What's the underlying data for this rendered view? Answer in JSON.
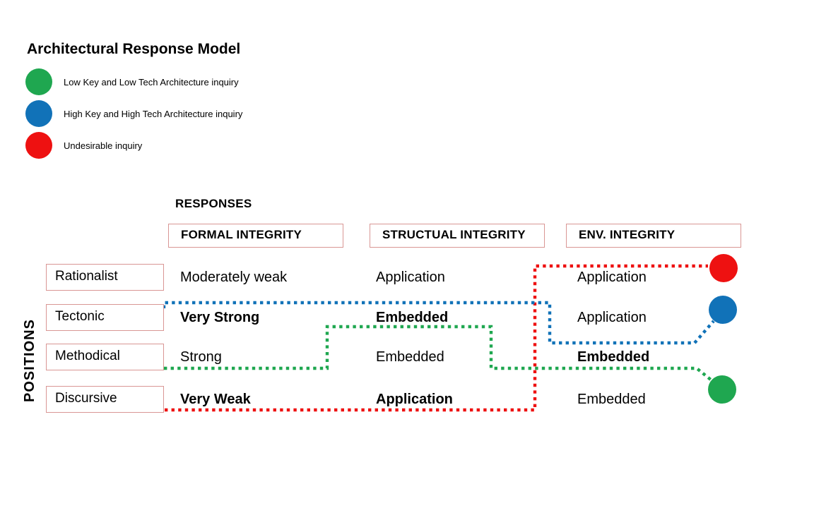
{
  "title": "Architectural Response Model",
  "colors": {
    "green": "#1fa750",
    "blue": "#1172b8",
    "red": "#ee1111",
    "box_border": "#d99694"
  },
  "legend": {
    "items": [
      {
        "label": "Low Key and Low Tech Architecture inquiry",
        "color": "#1fa750"
      },
      {
        "label": "High Key and High Tech Architecture inquiry",
        "color": "#1172b8"
      },
      {
        "label": "Undesirable inquiry",
        "color": "#ee1111"
      }
    ]
  },
  "matrix": {
    "responses_label": "RESPONSES",
    "positions_label": "POSITIONS",
    "columns": [
      "FORMAL INTEGRITY",
      "STRUCTUAL INTEGRITY",
      "ENV. INTEGRITY"
    ],
    "rows": [
      "Rationalist",
      "Tectonic",
      "Methodical",
      "Discursive"
    ],
    "cells": {
      "formal": [
        {
          "text": "Moderately weak",
          "emphasis": "normal"
        },
        {
          "text": "Very Strong",
          "emphasis": "bold"
        },
        {
          "text": "Strong",
          "emphasis": "normal"
        },
        {
          "text": "Very Weak",
          "emphasis": "bold"
        }
      ],
      "structural": [
        {
          "text": "Application",
          "emphasis": "normal"
        },
        {
          "text": "Embedded",
          "emphasis": "bold"
        },
        {
          "text": "Embedded",
          "emphasis": "normal"
        },
        {
          "text": "Application",
          "emphasis": "bold"
        }
      ],
      "env": [
        {
          "text": "Application",
          "emphasis": "normal"
        },
        {
          "text": "Application",
          "emphasis": "normal"
        },
        {
          "text": "Embedded",
          "emphasis": "bold"
        },
        {
          "text": "Embedded",
          "emphasis": "normal"
        }
      ]
    }
  },
  "connections": [
    {
      "name": "undesirable-path",
      "color": "#ee1111",
      "start_row": "Discursive",
      "end": "red-endpoint"
    },
    {
      "name": "high-key-path",
      "color": "#1172b8",
      "start_row": "Tectonic",
      "end": "blue-endpoint"
    },
    {
      "name": "low-key-path",
      "color": "#1fa750",
      "start_row": "Methodical",
      "end": "green-endpoint"
    }
  ]
}
